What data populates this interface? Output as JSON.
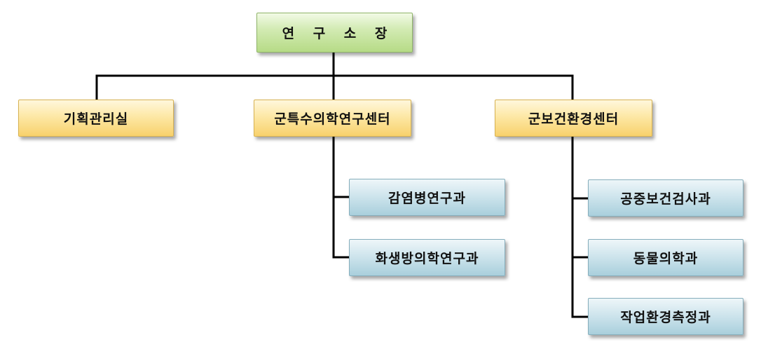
{
  "org": {
    "head": "연 구 소 장",
    "departments": [
      {
        "label": "기획관리실",
        "units": []
      },
      {
        "label": "군특수의학연구센터",
        "units": [
          "감염병연구과",
          "화생방의학연구과"
        ]
      },
      {
        "label": "군보건환경센터",
        "units": [
          "공중보건검사과",
          "동물의학과",
          "작업환경측정과"
        ]
      }
    ]
  }
}
